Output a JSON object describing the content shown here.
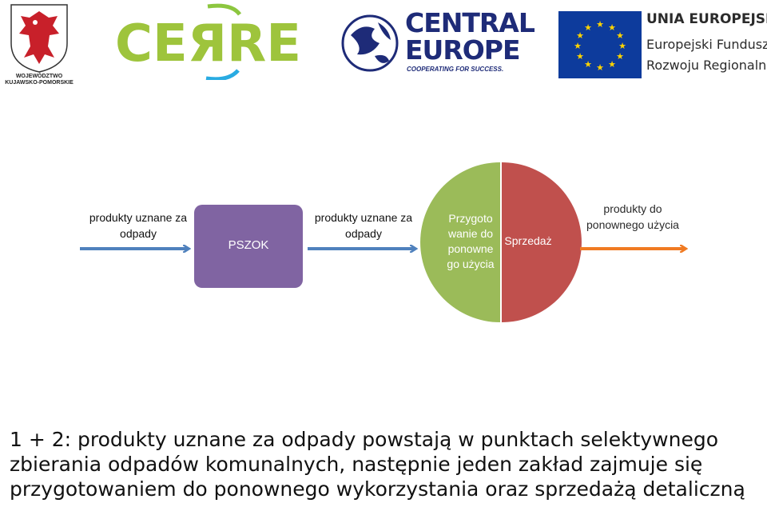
{
  "logos": {
    "region_name": "WOJEWÓDZTWO\nKUJAWSKO-POMORSKIE",
    "cerrec": "CEЯREC",
    "central_europe": {
      "word1": "CENTRAL",
      "word2": "EUROPE",
      "tagline": "COOPERATING FOR SUCCESS."
    },
    "eu": {
      "line1": "UNIA EUROPEJSKA",
      "line2": "Europejski Fundusz",
      "line3": "Rozwoju Regionalnego"
    }
  },
  "flow": {
    "input_label_1": "produkty uznane za odpady",
    "pszok": "PSZOK",
    "input_label_2": "produkty uznane za odpady",
    "circle_left": "Przygoto\nwanie do\nponowne\ngo użycia",
    "circle_right": "Sprzedaż",
    "output_label": "produkty do\nponownego użycia"
  },
  "colors": {
    "arrow_blue": "#4f81bd",
    "arrow_orange": "#f07a22",
    "pszok_purple": "#8064a2",
    "circle_green": "#9bbb59",
    "circle_red": "#c0504d"
  },
  "caption": "1 + 2: produkty uznane za odpady powstają w punktach selektywnego zbierania odpadów komunalnych, następnie jeden zakład zajmuje się przygotowaniem do ponownego wykorzystania oraz sprzedażą detaliczną"
}
